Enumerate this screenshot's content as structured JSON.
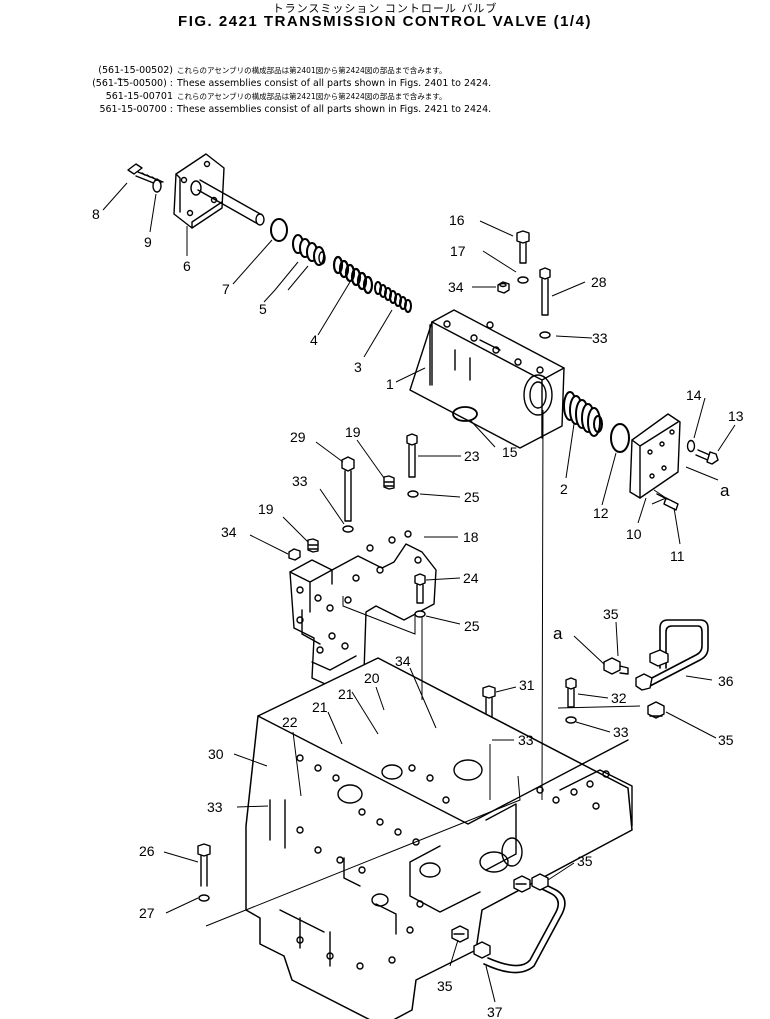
{
  "header": {
    "japanese_title": "トランスミッション コントロール バルブ",
    "figure_title": "FIG. 2421 TRANSMISSION CONTROL VALVE (1/4)"
  },
  "notes": [
    {
      "part_no": "(561-15-00502)",
      "text": "これらのアセンブリの構成部品は第2401図から第2424図の部品まで含みます。",
      "lang": "jp"
    },
    {
      "part_no": "(561-15-00500) :",
      "text": "These assemblies consist of all parts shown in Figs. 2401 to 2424.",
      "lang": "en"
    },
    {
      "part_no": "561-15-00701",
      "text": "これらのアセンブリの構成部品は第2421図から第2424図の部品まで含みます。",
      "lang": "jp"
    },
    {
      "part_no": "561-15-00700 :",
      "text": "These assemblies consist of all parts shown in Figs. 2421 to 2424.",
      "lang": "en"
    }
  ],
  "notes_connector": "〜",
  "callouts": [
    {
      "id": "c8",
      "label": "8"
    },
    {
      "id": "c9",
      "label": "9"
    },
    {
      "id": "c6",
      "label": "6"
    },
    {
      "id": "c7",
      "label": "7"
    },
    {
      "id": "c5",
      "label": "5"
    },
    {
      "id": "c4",
      "label": "4"
    },
    {
      "id": "c3",
      "label": "3"
    },
    {
      "id": "c16",
      "label": "16"
    },
    {
      "id": "c17",
      "label": "17"
    },
    {
      "id": "c34a",
      "label": "34"
    },
    {
      "id": "c28",
      "label": "28"
    },
    {
      "id": "c33a",
      "label": "33"
    },
    {
      "id": "c1",
      "label": "1"
    },
    {
      "id": "c15",
      "label": "15"
    },
    {
      "id": "c14",
      "label": "14"
    },
    {
      "id": "c13",
      "label": "13"
    },
    {
      "id": "c2",
      "label": "2"
    },
    {
      "id": "c12",
      "label": "12"
    },
    {
      "id": "c10",
      "label": "10"
    },
    {
      "id": "c11",
      "label": "11"
    },
    {
      "id": "ca1",
      "label": "a"
    },
    {
      "id": "c29",
      "label": "29"
    },
    {
      "id": "c19a",
      "label": "19"
    },
    {
      "id": "c23",
      "label": "23"
    },
    {
      "id": "c33b",
      "label": "33"
    },
    {
      "id": "c25a",
      "label": "25"
    },
    {
      "id": "c19b",
      "label": "19"
    },
    {
      "id": "c34b",
      "label": "34"
    },
    {
      "id": "c18",
      "label": "18"
    },
    {
      "id": "c24",
      "label": "24"
    },
    {
      "id": "c25b",
      "label": "25"
    },
    {
      "id": "c35a",
      "label": "35"
    },
    {
      "id": "ca2",
      "label": "a"
    },
    {
      "id": "c36",
      "label": "36"
    },
    {
      "id": "c20",
      "label": "20"
    },
    {
      "id": "c34c",
      "label": "34"
    },
    {
      "id": "c31",
      "label": "31"
    },
    {
      "id": "c32",
      "label": "32"
    },
    {
      "id": "c21a",
      "label": "21"
    },
    {
      "id": "c21b",
      "label": "21"
    },
    {
      "id": "c22",
      "label": "22"
    },
    {
      "id": "c33c",
      "label": "33"
    },
    {
      "id": "c33d",
      "label": "33"
    },
    {
      "id": "c35b",
      "label": "35"
    },
    {
      "id": "c30",
      "label": "30"
    },
    {
      "id": "c33e",
      "label": "33"
    },
    {
      "id": "c26",
      "label": "26"
    },
    {
      "id": "c35c",
      "label": "35"
    },
    {
      "id": "c27",
      "label": "27"
    },
    {
      "id": "c35d",
      "label": "35"
    },
    {
      "id": "c37",
      "label": "37"
    }
  ]
}
